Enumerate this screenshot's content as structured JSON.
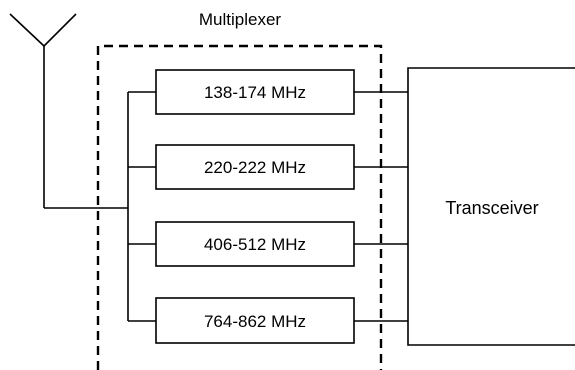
{
  "multiplexer": {
    "label": "Multiplexer",
    "filters": [
      {
        "label": "138-174 MHz"
      },
      {
        "label": "220-222 MHz"
      },
      {
        "label": "406-512 MHz"
      },
      {
        "label": "764-862 MHz"
      }
    ]
  },
  "transceiver": {
    "label": "Transceiver"
  },
  "antenna": {
    "icon": "antenna-icon"
  }
}
